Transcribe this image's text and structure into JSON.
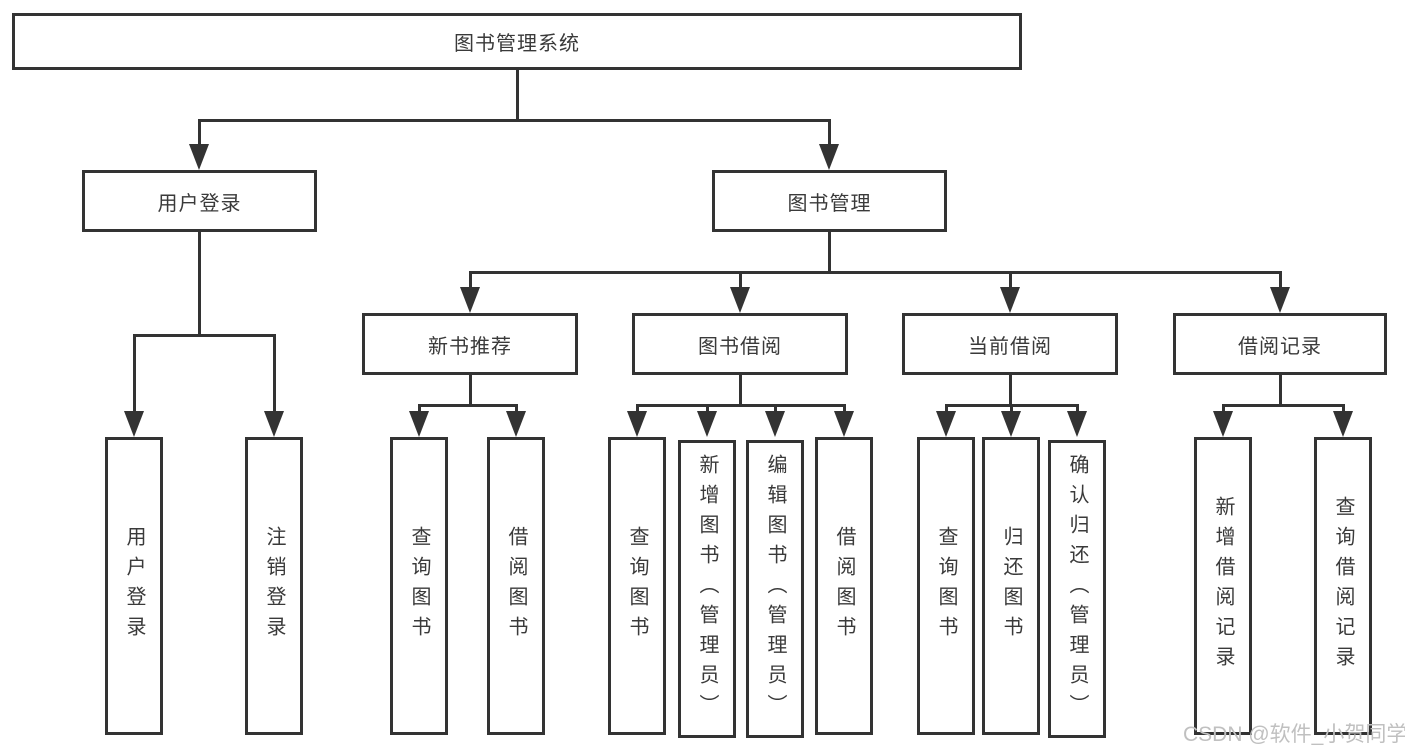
{
  "diagram": {
    "type": "tree",
    "root": {
      "label": "图书管理系统",
      "children": [
        {
          "label": "用户登录",
          "children": [
            {
              "label": "用户登录"
            },
            {
              "label": "注销登录"
            }
          ]
        },
        {
          "label": "图书管理",
          "children": [
            {
              "label": "新书推荐",
              "children": [
                {
                  "label": "查询图书"
                },
                {
                  "label": "借阅图书"
                }
              ]
            },
            {
              "label": "图书借阅",
              "children": [
                {
                  "label": "查询图书"
                },
                {
                  "label": "新增图书（管理员）"
                },
                {
                  "label": "编辑图书（管理员）"
                },
                {
                  "label": "借阅图书"
                }
              ]
            },
            {
              "label": "当前借阅",
              "children": [
                {
                  "label": "查询图书"
                },
                {
                  "label": "归还图书"
                },
                {
                  "label": "确认归还（管理员）"
                }
              ]
            },
            {
              "label": "借阅记录",
              "children": [
                {
                  "label": "新增借阅记录"
                },
                {
                  "label": "查询借阅记录"
                }
              ]
            }
          ]
        }
      ]
    }
  },
  "colors": {
    "line": "#333333",
    "text": "#3a3a3a",
    "background": "#ffffff",
    "watermark": "#c0c0c0"
  },
  "watermark": {
    "text": "CSDN @软件_小贺同学"
  }
}
